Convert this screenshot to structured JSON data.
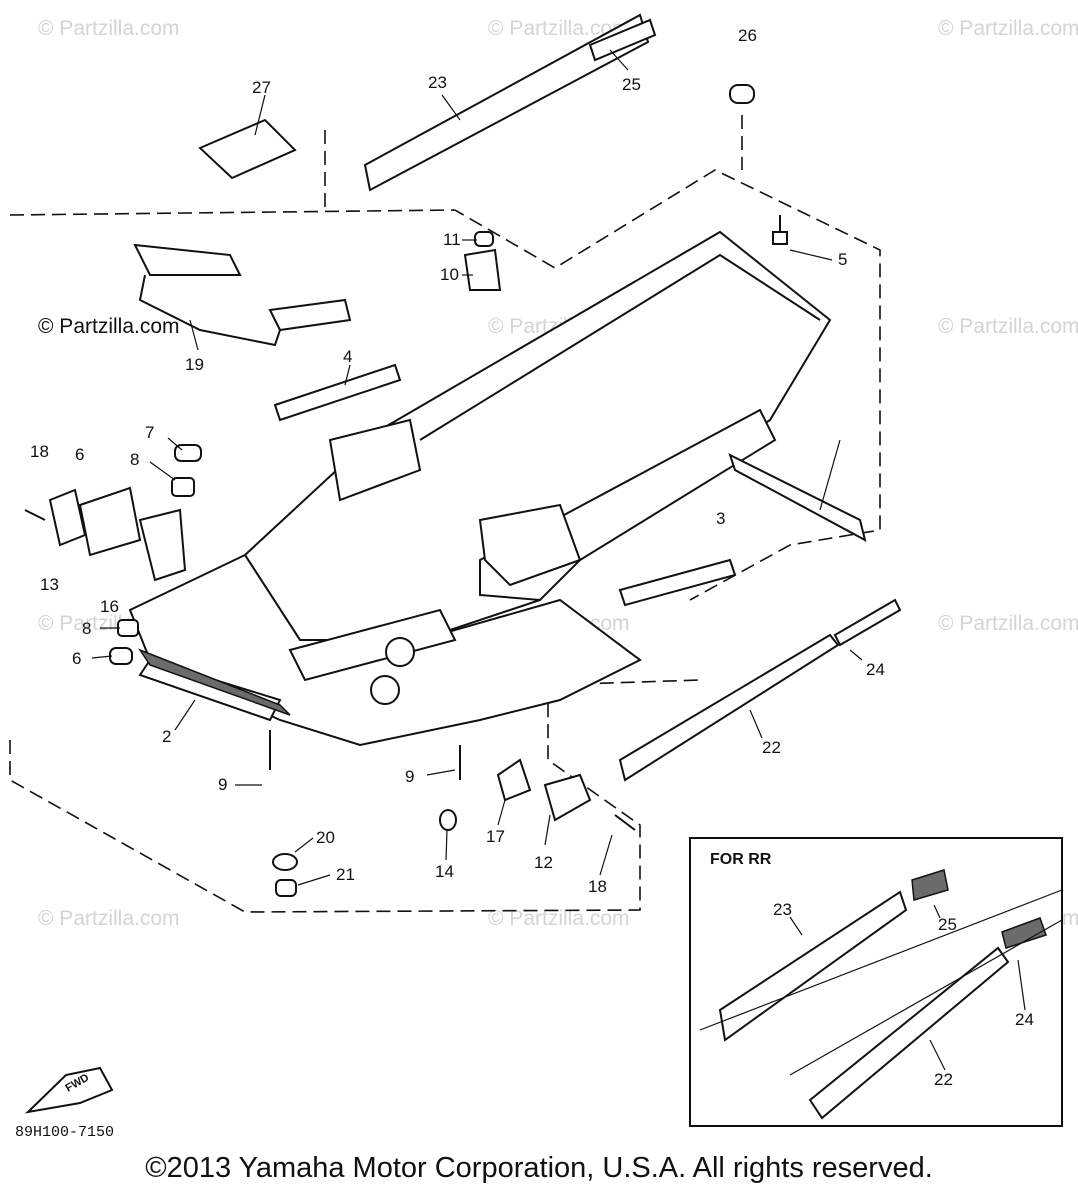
{
  "watermark": "© Partzilla.com",
  "callouts": [
    "27",
    "23",
    "25",
    "26",
    "11",
    "10",
    "5",
    "19",
    "4",
    "7",
    "8",
    "18",
    "6",
    "13",
    "16",
    "3",
    "8",
    "6",
    "2",
    "9",
    "9",
    "20",
    "21",
    "14",
    "17",
    "12",
    "18",
    "24",
    "22"
  ],
  "inset": {
    "title": "FOR RR",
    "callouts": [
      "23",
      "25",
      "24",
      "22"
    ]
  },
  "fwd_label": "FWD",
  "figure_code": "89H100-7150",
  "copyright": "©2013  Yamaha Motor Corporation, U.S.A. All rights reserved."
}
